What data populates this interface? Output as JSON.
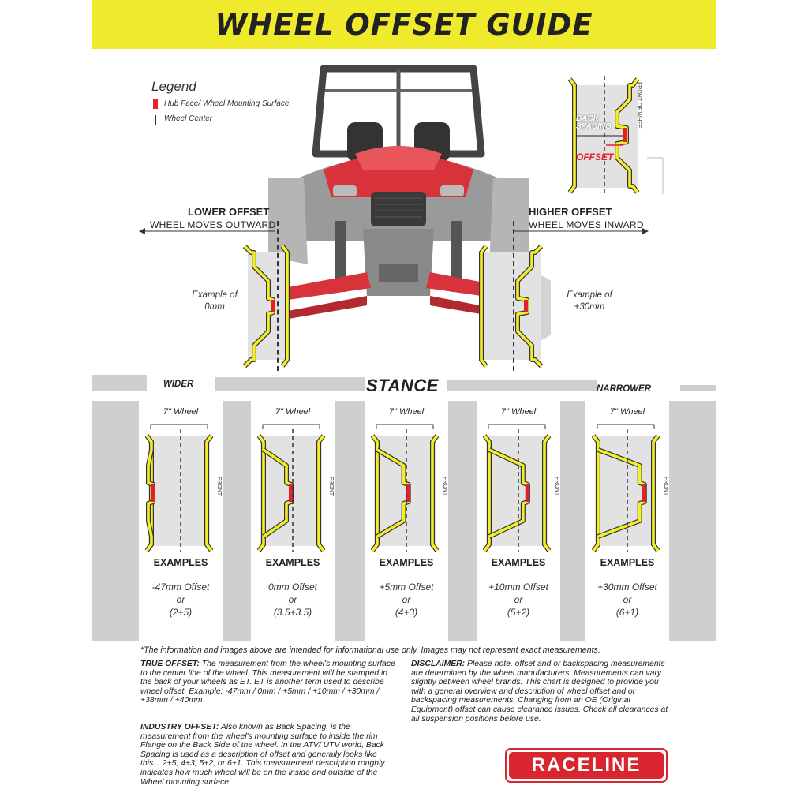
{
  "title": "WHEEL OFFSET GUIDE",
  "legend": {
    "title": "Legend",
    "items": [
      "Hub Face/ Wheel Mounting Surface",
      "Wheel Center"
    ]
  },
  "top_diagram": {
    "lower_offset": "LOWER OFFSET",
    "lower_sub": "WHEEL MOVES OUTWARD",
    "higher_offset": "HIGHER OFFSET",
    "higher_sub": "WHEEL MOVES INWARD",
    "example_left": [
      "Example of",
      "0mm"
    ],
    "example_right": [
      "Example of",
      "+30mm"
    ],
    "inset_back_spacing": [
      "BACK",
      "SPACING"
    ],
    "inset_offset": "OFFSET",
    "inset_front": "FRONT OF WHEEL"
  },
  "stance": {
    "title": "STANCE",
    "wider": "WIDER",
    "narrower": "NARROWER",
    "wheel_width_label": "7\" Wheel",
    "examples_label": "EXAMPLES",
    "front_label": "FRONT",
    "or_label": "or",
    "wheels": [
      {
        "offset": "-47mm Offset",
        "spacing": "(2+5)",
        "hub": 0
      },
      {
        "offset": "0mm Offset",
        "spacing": "(3.5+3.5)",
        "hub": 0.5
      },
      {
        "offset": "+5mm Offset",
        "spacing": "(4+3)",
        "hub": 0.57
      },
      {
        "offset": "+10mm Offset",
        "spacing": "(5+2)",
        "hub": 0.71
      },
      {
        "offset": "+30mm Offset",
        "spacing": "(6+1)",
        "hub": 0.86
      }
    ]
  },
  "footnote": "*The information and images above are intended for informational use only. Images may not represent exact measurements.",
  "true_offset": {
    "label": "TRUE OFFSET:",
    "text": "The measurement from the wheel's mounting surface to the center line of the wheel. This measurement will be stamped in the back of your wheels as ET. ET is another term used to describe wheel offset. Example: -47mm / 0mm / +5mm / +10mm / +30mm / +38mm / +40mm"
  },
  "industry_offset": {
    "label": "INDUSTRY OFFSET:",
    "text": "Also known as Back Spacing, is the measurement from the wheel's mounting surface to inside the rim Flange on the Back Side of the wheel. In the ATV/ UTV world, Back Spacing is used as a description of offset and generally looks like this... 2+5, 4+3, 5+2, or 6+1. This measurement description roughly indicates how much wheel will be on the inside and outside of the Wheel mounting surface."
  },
  "disclaimer": {
    "label": "DISCLAIMER:",
    "text": "Please note, offset and or backspacing measurements are determined by the wheel manufacturers. Measurements can vary slightly between wheel brands. This chart is designed to provide you with a general overview and description of wheel offset and or backspacing measurements. Changing from an OE (Original Equipment) offset can cause clearance issues. Check all clearances at all suspension positions before use."
  },
  "logo": "RACELINE",
  "colors": {
    "banner": "#f0ea2c",
    "rim": "#f2ee2a",
    "hub": "#e4202a",
    "brand": "#d9262e"
  }
}
